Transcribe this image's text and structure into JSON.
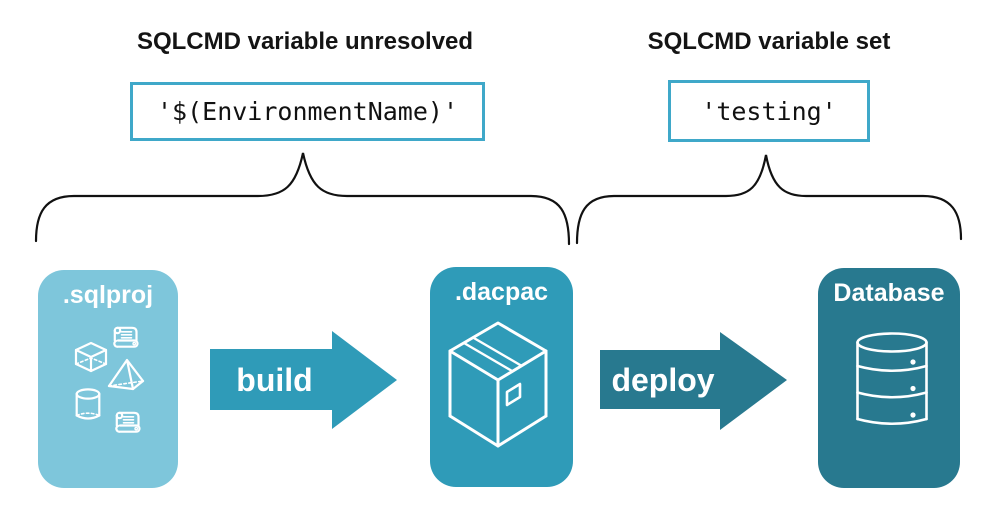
{
  "diagram": {
    "title_left": "SQLCMD variable unresolved",
    "title_right": "SQLCMD variable set",
    "code_unresolved": "'$(EnvironmentName)'",
    "code_set": "'testing'"
  },
  "stages": [
    {
      "id": "sqlproj",
      "label": ".sqlproj",
      "fill": "#7EC6DB",
      "icons": [
        "cube-icon",
        "scroll-icon",
        "pyramid-icon",
        "cylinder-icon",
        "scroll-icon"
      ]
    },
    {
      "id": "dacpac",
      "label": ".dacpac",
      "fill": "#2F9BB8",
      "icons": [
        "package-box-icon"
      ]
    },
    {
      "id": "database",
      "label": "Database",
      "fill": "#28798F",
      "icons": [
        "database-cylinder-icon"
      ]
    }
  ],
  "arrows": [
    {
      "label": "build",
      "fill": "#2F9BB8",
      "from": ".sqlproj",
      "to": ".dacpac"
    },
    {
      "label": "deploy",
      "fill": "#28798F",
      "from": ".dacpac",
      "to": "Database"
    }
  ],
  "colors": {
    "background": "#FFFFFF",
    "heading_text": "#141414",
    "code_text": "#111111",
    "code_border": "#3FA8C9",
    "brace": "#111111",
    "stage_text": "#FFFFFF"
  }
}
